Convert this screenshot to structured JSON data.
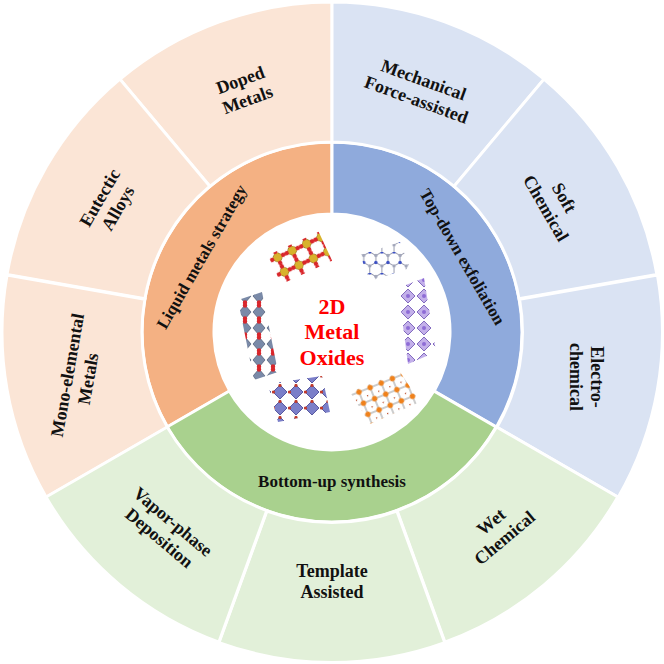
{
  "diagram": {
    "nodes": [
      {
        "text": [
          "2D Metal Oxides"
        ]
      },
      {
        "text": [
          "Liquid metals strategy"
        ]
      },
      {
        "text": [
          "Top-down exfoliation"
        ]
      },
      {
        "text": [
          "Bottom-up synthesis"
        ]
      },
      {
        "text": [
          "Doped Metals"
        ]
      },
      {
        "text": [
          "Eutectic Alloys"
        ]
      },
      {
        "text": [
          "Mono-elemental Metals"
        ]
      },
      {
        "text": [
          "Mechanical Force-assisted"
        ]
      },
      {
        "text": [
          "Soft Chemical"
        ]
      },
      {
        "text": [
          "Electro-chemical"
        ]
      },
      {
        "text": [
          "Wet Chemical"
        ]
      },
      {
        "text": [
          "Template Assisted"
        ]
      },
      {
        "text": [
          "Vapor-phase Deposition"
        ]
      }
    ]
  }
}
